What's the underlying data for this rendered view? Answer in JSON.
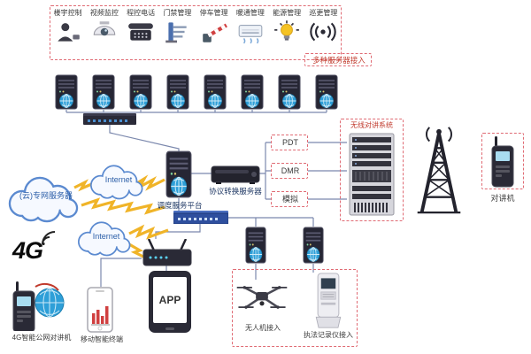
{
  "top_panel": {
    "items": [
      {
        "label": "楼宇控制",
        "icon": "person-icon"
      },
      {
        "label": "视频监控",
        "icon": "camera-icon"
      },
      {
        "label": "程控电话",
        "icon": "phone-icon"
      },
      {
        "label": "门禁管理",
        "icon": "gate-icon"
      },
      {
        "label": "停车管理",
        "icon": "barrier-icon"
      },
      {
        "label": "暖通管理",
        "icon": "hvac-icon"
      },
      {
        "label": "能源管理",
        "icon": "bulb-icon"
      },
      {
        "label": "巡更管理",
        "icon": "patrol-icon"
      }
    ],
    "access_label": "多种服务器接入"
  },
  "clouds": {
    "private_label": "(云)专网服务器",
    "internet1_label": "Internet",
    "internet2_label": "Internet"
  },
  "center": {
    "dispatch_label": "调度服务平台",
    "protocol_label": "协议转换服务器"
  },
  "wireless": {
    "title": "无线对讲系统",
    "modes": [
      "PDT",
      "DMR",
      "模拟"
    ],
    "handset_label": "对讲机"
  },
  "bottom": {
    "g4_label": "4G",
    "public_handset_label": "4G智能公网对讲机",
    "mobile_terminal_label": "移动智能终端",
    "app_label": "APP",
    "drone_label": "无人机接入",
    "recorder_label": "执法记录仪接入"
  },
  "colors": {
    "dashed_border": "#e06b74",
    "accent_red": "#c0392b",
    "line": "#7b88ad",
    "bolt": "#f0b428",
    "blue_text": "#2d5fa8",
    "navy_text": "#1f3864"
  }
}
